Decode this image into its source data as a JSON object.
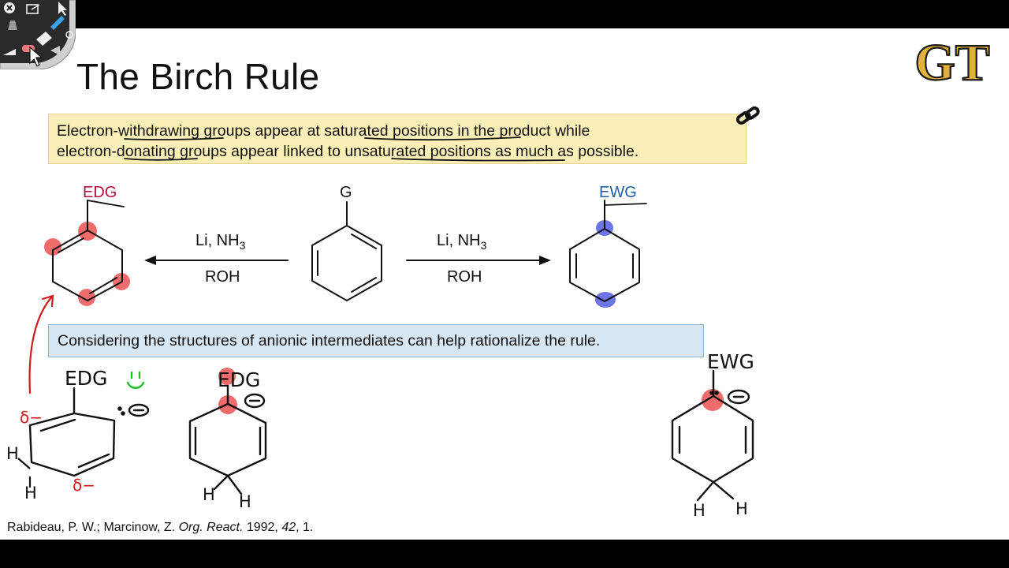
{
  "slide": {
    "title": "The Birch Rule",
    "logo_text": "GT",
    "rule_line1": "Electron-withdrawing groups appear at saturated positions in the product while",
    "rule_line2": "electron-donating groups appear linked to unsaturated positions as much as possible.",
    "note": "Considering the structures of anionic intermediates can help rationalize the rule.",
    "reaction": {
      "center_group": "G",
      "left_product_group": "EDG",
      "right_product_group": "EWG",
      "reagent_top": "Li, NH",
      "reagent_sub": "3",
      "reagent_bottom": "ROH"
    },
    "handwritten": {
      "edg": "EDG",
      "ewg": "EWG",
      "delta": "δ−",
      "hydrogen": "H"
    },
    "citation": {
      "authors": "Rabideau, P. W.; Marcinow, Z. ",
      "journal": "Org. React.",
      "year": " 1992, ",
      "volume": "42",
      "page": ", 1."
    }
  },
  "colors": {
    "edg_red": "#b5103a",
    "ewg_blue": "#1f5fa5",
    "highlight_red": "#ea3b3b",
    "highlight_blue": "#3b48e0",
    "rule_box_bg": "#fbefb7",
    "note_box_bg": "#d6e6f3",
    "logo_gold": "#e0b23a"
  },
  "toolbar": {
    "tools": [
      "close-icon",
      "export-icon",
      "pointer-icon",
      "highlighter-icon",
      "pen-icon",
      "eraser-icon",
      "settings-icon",
      "undo-icon"
    ]
  }
}
